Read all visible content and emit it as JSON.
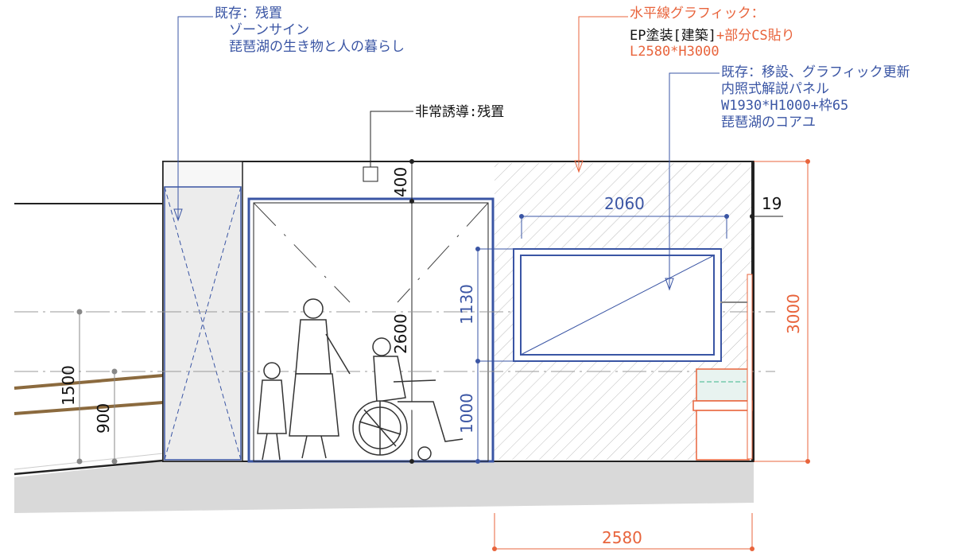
{
  "annotations": {
    "zone_sign": [
      "既存：残置",
      "ゾーンサイン",
      "琵琶湖の生き物と人の暮らし"
    ],
    "emergency": "非常誘導:残置",
    "horizontal_graphic": {
      "title": "水平線グラフィック：",
      "line2_black": "EP塗装[建築]",
      "line2_orange": "+部分CS貼り",
      "line3": "L2580*H3000"
    },
    "panel": [
      "既存：移設、グラフィック更新",
      "内照式解説パネル",
      "W1930*H1000+枠65",
      "琵琶湖のコアユ"
    ]
  },
  "dimensions": {
    "d400": "400",
    "d2600": "2600",
    "d2060": "2060",
    "d19": "19",
    "d1130": "1130",
    "d1000": "1000",
    "d3000": "3000",
    "d2580": "2580",
    "d1500": "1500",
    "d900": "900"
  },
  "colors": {
    "blue": "#3a55a4",
    "orange": "#e8643c",
    "hatch": "#b8b8b8",
    "floor": "#d7d7d7"
  }
}
